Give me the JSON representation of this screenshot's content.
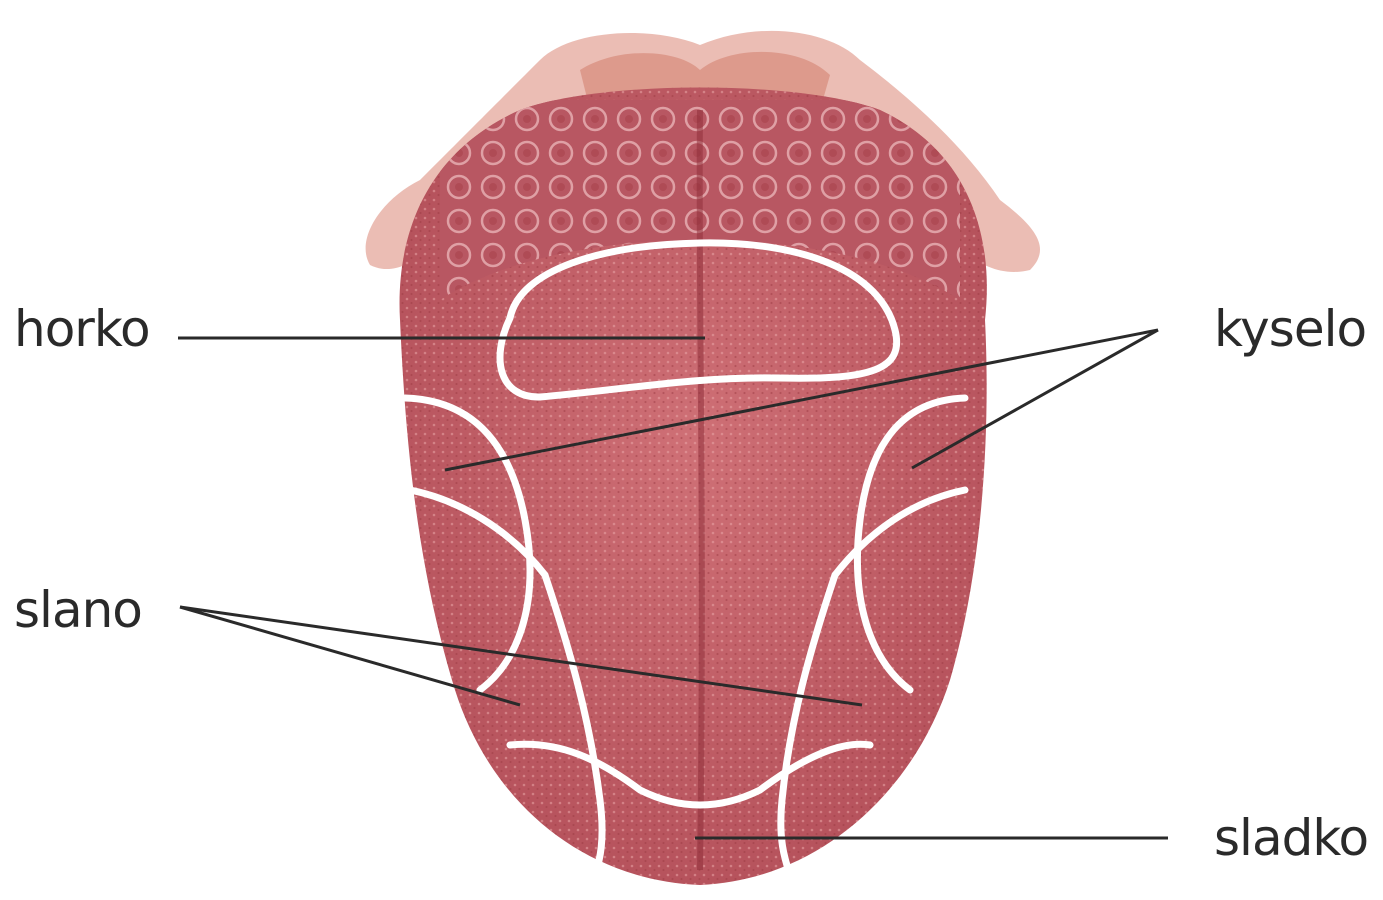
{
  "diagram": {
    "labels": {
      "bitter": "horko",
      "sour": "kyselo",
      "salty": "slano",
      "sweet": "sladko"
    },
    "colors": {
      "tongue_base": "#c9646b",
      "tongue_dark": "#a8434c",
      "papillae": "#b24b55",
      "zone_outline": "#ffffff",
      "leader_line": "#2a2a2a",
      "root": "#e3a89a"
    }
  }
}
